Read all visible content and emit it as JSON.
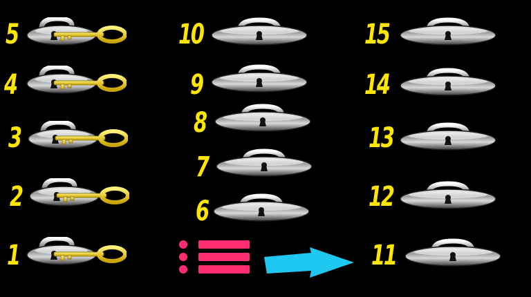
{
  "levels": [
    {
      "number": "5",
      "state": "unlocked"
    },
    {
      "number": "4",
      "state": "unlocked"
    },
    {
      "number": "3",
      "state": "unlocked"
    },
    {
      "number": "2",
      "state": "unlocked"
    },
    {
      "number": "1",
      "state": "unlocked"
    },
    {
      "number": "10",
      "state": "locked"
    },
    {
      "number": "9",
      "state": "locked"
    },
    {
      "number": "8",
      "state": "locked"
    },
    {
      "number": "7",
      "state": "locked"
    },
    {
      "number": "6",
      "state": "locked"
    },
    {
      "number": "15",
      "state": "locked"
    },
    {
      "number": "14",
      "state": "locked"
    },
    {
      "number": "13",
      "state": "locked"
    },
    {
      "number": "12",
      "state": "locked"
    },
    {
      "number": "11",
      "state": "locked"
    }
  ],
  "icons": {
    "locked": "padlock-icon",
    "unlocked": "padlock-with-key-icon",
    "menu": "menu-list-icon",
    "next": "arrow-right-icon"
  },
  "colors": {
    "background": "#000000",
    "level_number": "#ffe600",
    "key": "#e8c20a",
    "menu": "#ff2d6f",
    "arrow": "#1ec8f0"
  }
}
